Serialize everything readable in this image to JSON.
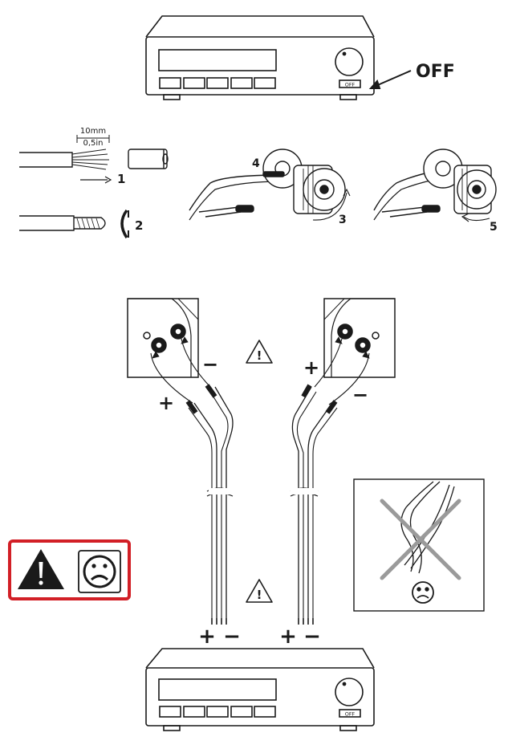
{
  "top_device": {
    "off_button_label": "OFF",
    "off_callout": "OFF"
  },
  "bottom_device": {
    "off_button_label": "OFF"
  },
  "strip": {
    "length_mm": "10mm",
    "length_in": "0,5in"
  },
  "steps": {
    "s1": "1",
    "s2": "2",
    "s3": "3",
    "s4": "4",
    "s5": "5"
  },
  "polarity": {
    "left_speaker_minus": "−",
    "left_speaker_plus": "+",
    "right_speaker_plus": "+",
    "right_speaker_minus": "−",
    "amp_left_plus": "+",
    "amp_left_minus": "−",
    "amp_right_plus": "+",
    "amp_right_minus": "−"
  },
  "warnings": {
    "exclamation": "!"
  },
  "colors": {
    "warning_border": "#d21f26",
    "line": "#1a1a1a",
    "cross": "#9a9a9a"
  }
}
